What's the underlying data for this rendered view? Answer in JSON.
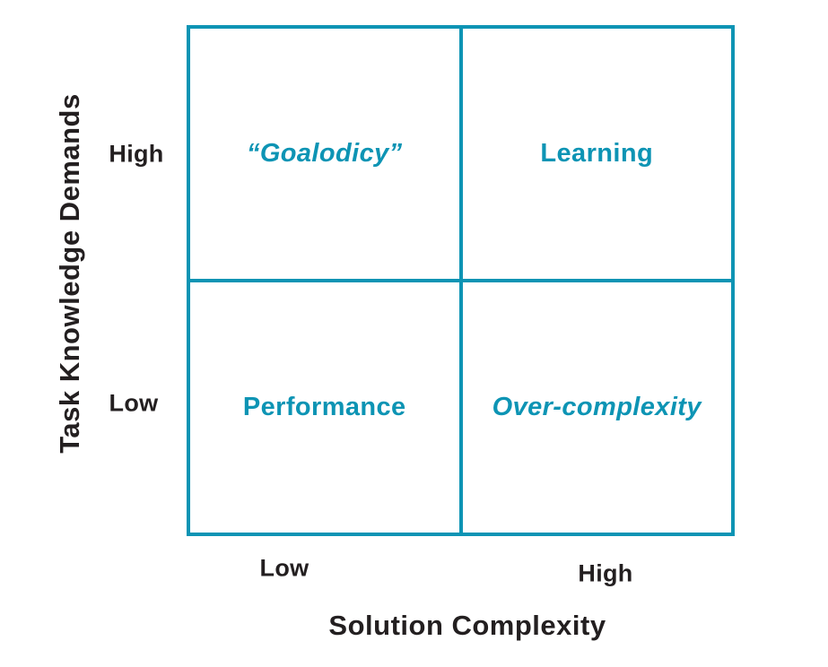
{
  "colors": {
    "accent": "#0d94b4",
    "text": "#231f20",
    "background": "#ffffff"
  },
  "chart": {
    "type": "quadrant-matrix",
    "x_axis": {
      "title": "Solution Complexity",
      "ticks": [
        "Low",
        "High"
      ]
    },
    "y_axis": {
      "title": "Task Knowledge Demands",
      "ticks": [
        "High",
        "Low"
      ]
    },
    "quadrants": [
      {
        "position": "top-left",
        "x": "Low",
        "y": "High",
        "label": "“Goalodicy”",
        "emphasis": "italic"
      },
      {
        "position": "top-right",
        "x": "High",
        "y": "High",
        "label": "Learning",
        "emphasis": "normal"
      },
      {
        "position": "bottom-left",
        "x": "Low",
        "y": "Low",
        "label": "Performance",
        "emphasis": "normal"
      },
      {
        "position": "bottom-right",
        "x": "High",
        "y": "Low",
        "label": "Over-complexity",
        "emphasis": "italic"
      }
    ]
  }
}
